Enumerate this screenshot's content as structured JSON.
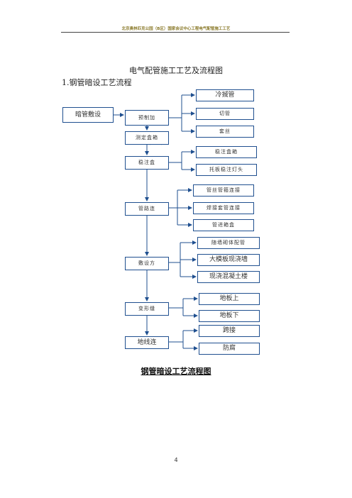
{
  "header": {
    "text": "北京奥林匹克公园（B区）国家会议中心工程电气配管施工工艺"
  },
  "title": "电气配管施工工艺及流程图",
  "subtitle": "1.钢管暗设工艺流程",
  "flow": {
    "start": "暗管敷设",
    "step1": "预制加",
    "step2": "测定盒箱",
    "step3": "稳注盒",
    "step4": "管路连",
    "step5": "敷设方",
    "step6": "变形缝",
    "step7": "地线连",
    "b1_1": "冷揻管",
    "b1_2": "切管",
    "b1_3": "套丝",
    "b3_1": "稳注盒箱",
    "b3_2": "托板稳注灯头",
    "b4_1": "管丝管箍连接",
    "b4_2": "焊接套管连接",
    "b4_3": "管进箱盒",
    "b5_1": "随墙砌体配管",
    "b5_2": "大模板现浇墙",
    "b5_3": "现浇混凝土楼",
    "b6_1": "地板上",
    "b6_2": "地板下",
    "b7_1": "跨接",
    "b7_2": "防腐"
  },
  "caption": "钢管暗设工艺流程图",
  "page_number": "4"
}
